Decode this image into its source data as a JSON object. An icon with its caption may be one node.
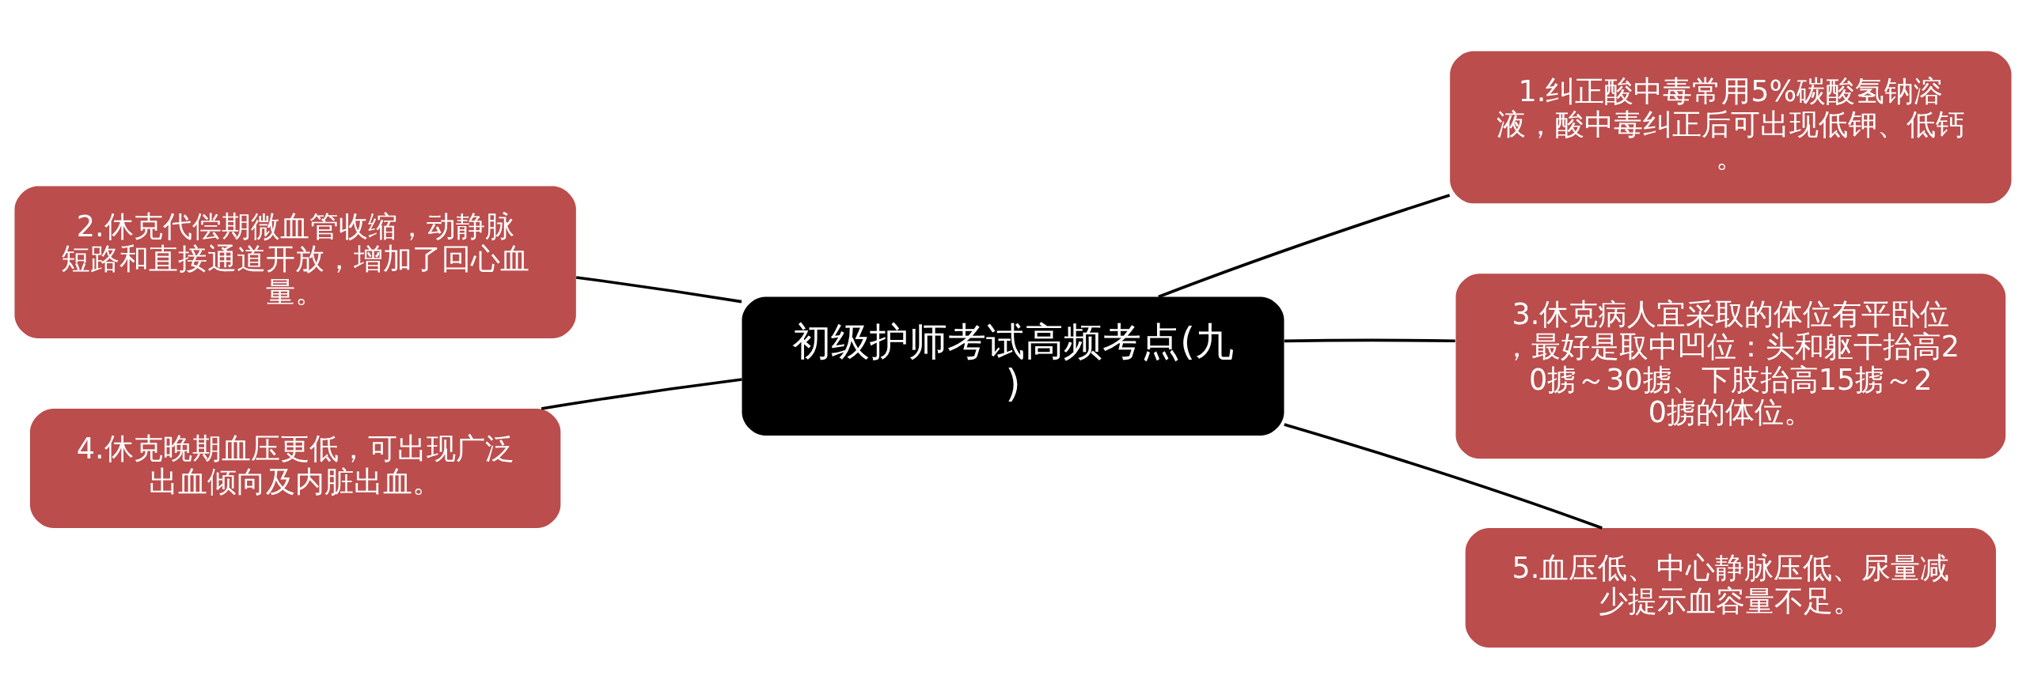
{
  "diagram": {
    "nodes": [
      {
        "text": [
          "初级护师考试高频考点(九)"
        ]
      },
      {
        "text": [
          "1.纠正酸中毒常用5%碳酸氢钠溶液，酸中毒纠正后可出现低钾、低钙。"
        ]
      },
      {
        "text": [
          "2.休克代偿期微血管收缩，动静脉短路和直接通道开放，增加了回心血量。"
        ]
      },
      {
        "text": [
          "3.休克病人宜采取的体位有平卧位，最好是取中凹位：头和躯干抬高20掳～30掳、下肢抬高15掳～20掳的体位。"
        ]
      },
      {
        "text": [
          "4.休克晚期血压更低，可出现广泛出血倾向及内脏出血。"
        ]
      },
      {
        "text": [
          "5.血压低、中心静脉压低、尿量减少提示血容量不足。"
        ]
      }
    ],
    "edges": [
      {
        "from": 0,
        "to": 1,
        "arrow": "none"
      },
      {
        "from": 0,
        "to": 2,
        "arrow": "none"
      },
      {
        "from": 0,
        "to": 3,
        "arrow": "none"
      },
      {
        "from": 0,
        "to": 4,
        "arrow": "none"
      },
      {
        "from": 0,
        "to": 5,
        "arrow": "none"
      }
    ]
  }
}
